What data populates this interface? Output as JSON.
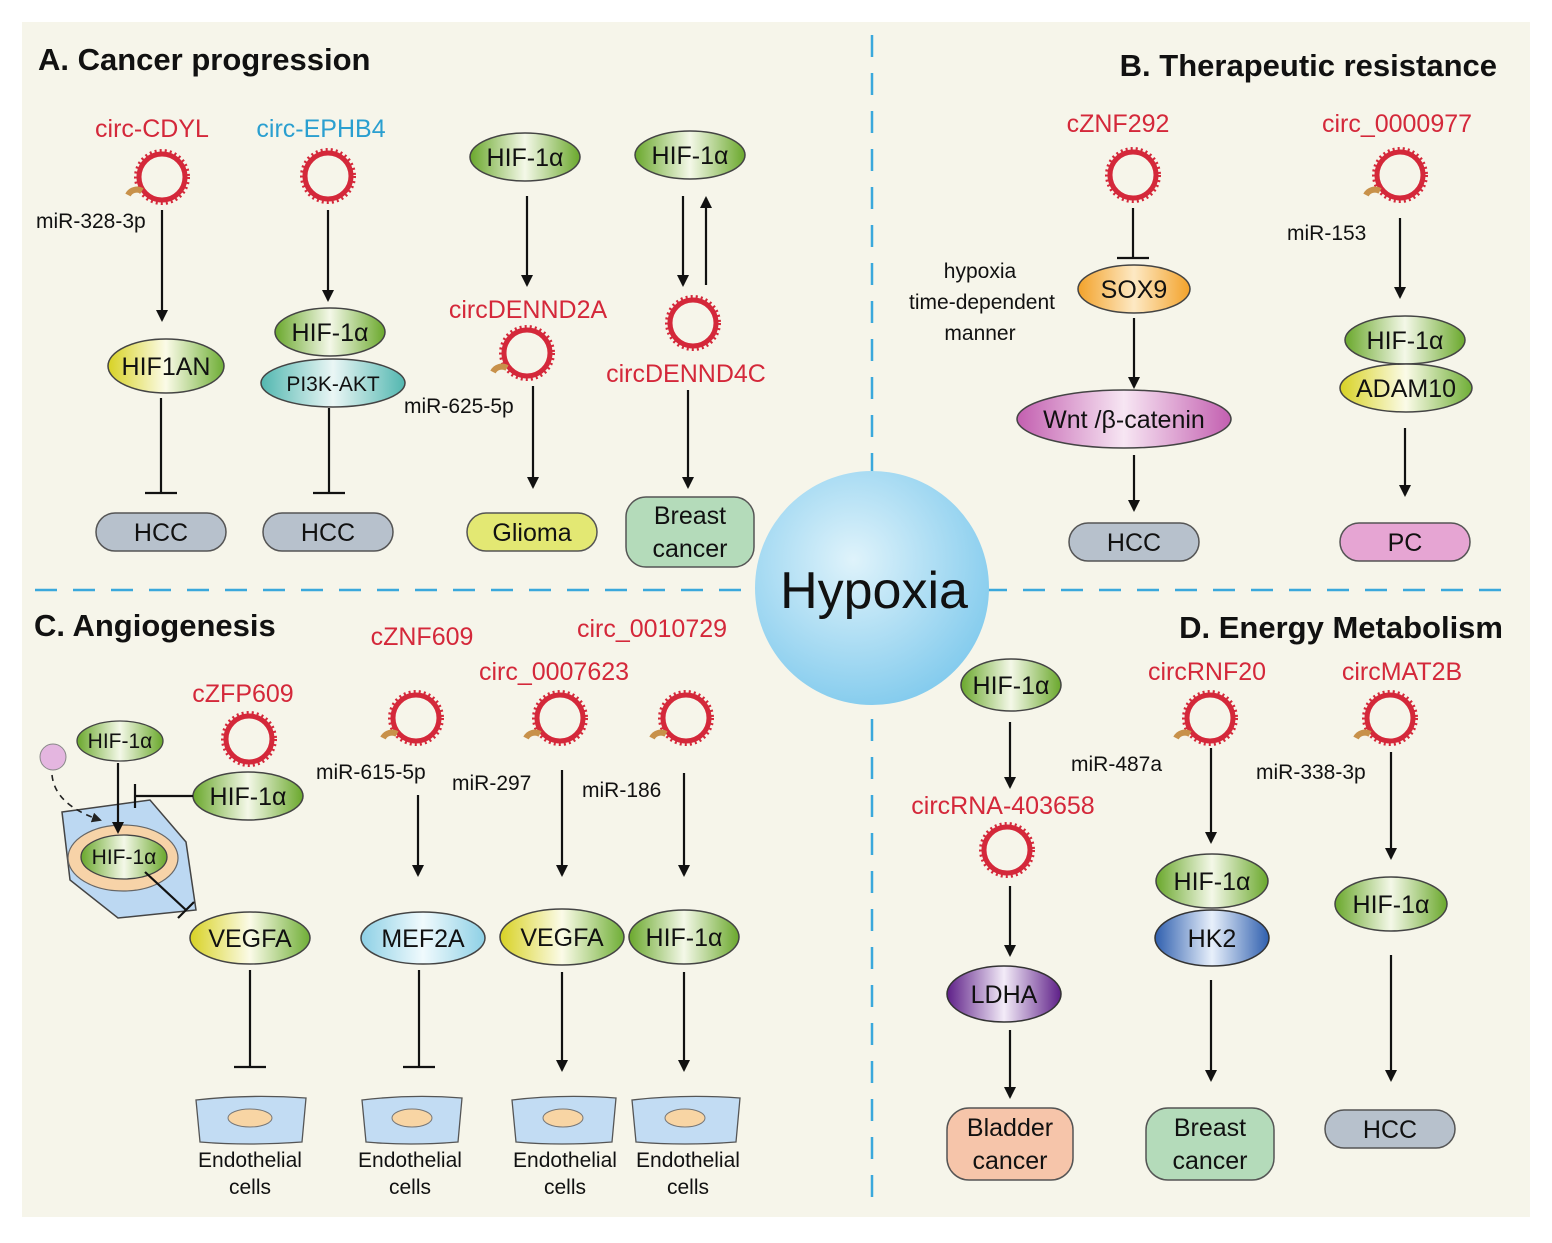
{
  "center": {
    "label": "Hypoxia"
  },
  "sections": {
    "A": {
      "title": "A. Cancer progression"
    },
    "B": {
      "title": "B. Therapeutic resistance"
    },
    "C": {
      "title": "C. Angiogenesis"
    },
    "D": {
      "title": "D. Energy Metabolism"
    }
  },
  "circrnas": {
    "cdyl": "circ-CDYL",
    "ephb4": "circ-EPHB4",
    "dennd2a": "circDENND2A",
    "dennd4c": "circDENND4C",
    "znf292": "cZNF292",
    "c0000977": "circ_0000977",
    "znf609": "cZNF609",
    "c0010729": "circ_0010729",
    "c0007623": "circ_0007623",
    "zfp609": "cZFP609",
    "r403658": "circRNA-403658",
    "rnf20": "circRNF20",
    "mat2b": "circMAT2B"
  },
  "mirnas": {
    "m328": "miR-328-3p",
    "m625": "miR-625-5p",
    "m153": "miR-153",
    "m615": "miR-615-5p",
    "m297": "miR-297",
    "m186": "miR-186",
    "m487": "miR-487a",
    "m338": "miR-338-3p"
  },
  "nodes": {
    "hif1a": "HIF-1α",
    "hif1an": "HIF1AN",
    "pi3k": "PI3K-AKT",
    "hcc": "HCC",
    "glioma": "Glioma",
    "breast1": "Breast",
    "breast2": "cancer",
    "sox9": "SOX9",
    "wnt": "Wnt /β-catenin",
    "adam10": "ADAM10",
    "pc": "PC",
    "vegfa": "VEGFA",
    "mef2a": "MEF2A",
    "ldha": "LDHA",
    "hk2": "HK2",
    "bladder1": "Bladder",
    "bladder2": "cancer"
  },
  "notes": {
    "hyp1": "hypoxia",
    "hyp2": "time-dependent",
    "hyp3": "manner"
  },
  "captions": {
    "endo1": "Endothelial",
    "endo2": "cells"
  },
  "colors": {
    "background": "#f6f5ea",
    "circ_red": "#d4283a",
    "blue_label": "#2a9fd0",
    "divider": "#3aa8dc",
    "hypoxia_sphere": "#a8dcf3"
  }
}
